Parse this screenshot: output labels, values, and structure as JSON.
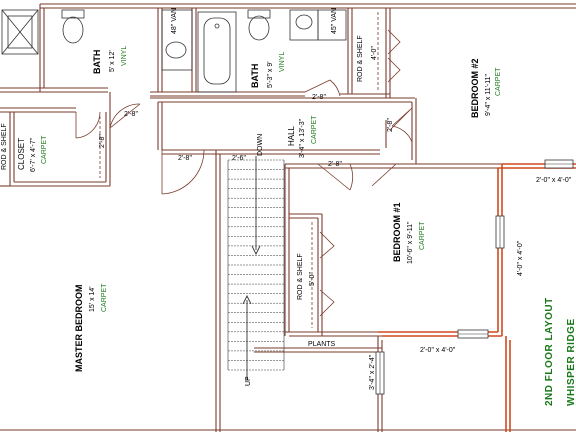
{
  "rooms": {
    "bath1": {
      "name": "BATH",
      "size": "5' x 12'",
      "floor": "VINYL"
    },
    "bath2": {
      "name": "BATH",
      "size": "5'-3\" x 9'",
      "floor": "VINYL"
    },
    "bedroom2": {
      "name": "BEDROOM #2",
      "size": "9'-4\" x 11'-11\"",
      "floor": "CARPET"
    },
    "bedroom1": {
      "name": "BEDROOM #1",
      "size": "10'-6\" x 9'-11\"",
      "floor": "CARPET"
    },
    "master": {
      "name": "MASTER BEDROOM",
      "size": "15' x 14'",
      "floor": "CARPET"
    },
    "closet": {
      "name": "CLOSET",
      "size": "6'-7' x 4'-7\"",
      "floor": "CARPET"
    },
    "hall": {
      "name": "HALL",
      "size": "3'-4\" x 13'-3\"",
      "floor": "CARPET"
    },
    "rod_shelf_top": {
      "name": "ROD & SHELF",
      "size": "4'-0\""
    },
    "rod_shelf_mid": {
      "name": "ROD & SHELF",
      "size": "5'-0\""
    },
    "left_edge": {
      "name": "ROD & SHELF"
    }
  },
  "labels": {
    "down": "DOWN",
    "up": "UP",
    "plants": "PLANTS",
    "van_48": "48\" VAN",
    "van_45": "45\" VAN",
    "title1": "2ND FLOOR LAYOUT",
    "title2": "WHISPER RIDGE"
  },
  "dims": {
    "d_close_door": "2'-8\"",
    "d_bath_door": "2'-8\"",
    "d_hall_left": "2'-8\"",
    "d_hall_door": "2'-8\"",
    "d_bed1_door": "2'-8\"",
    "d_bed2_door": "2'-8\"",
    "d_stair_top": "2'-6\"",
    "w_right_top": "2'-0\" x 4'-0\"",
    "w_right_mid": "4'-0\" x 4'-0\"",
    "w_bottom": "2'-0\" x 4'-0\"",
    "w_bottom_vert": "3'-4\" x 2'-4\""
  }
}
